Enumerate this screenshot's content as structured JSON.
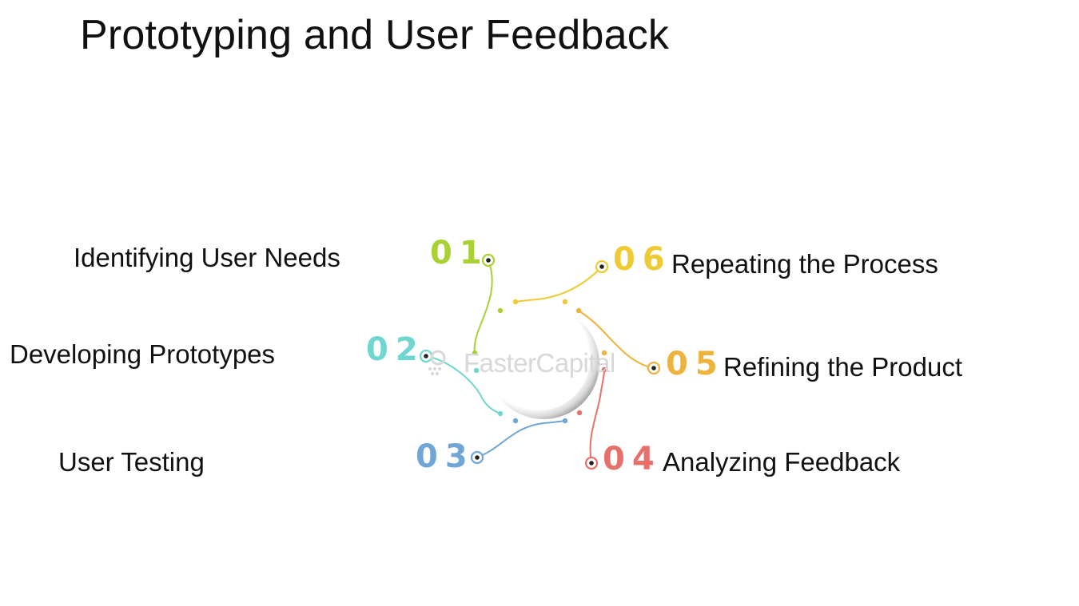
{
  "title": "Prototyping and User Feedback",
  "watermark": "FasterCapital",
  "colors": {
    "s01": "#a9d134",
    "s02": "#6fd6d0",
    "s03": "#6fa6d6",
    "s04": "#e8706a",
    "s05": "#efb23a",
    "s06": "#eecb35"
  },
  "steps": [
    {
      "number": "01",
      "label": "Identifying User Needs"
    },
    {
      "number": "02",
      "label": "Developing Prototypes"
    },
    {
      "number": "03",
      "label": "User Testing"
    },
    {
      "number": "04",
      "label": "Analyzing Feedback"
    },
    {
      "number": "05",
      "label": "Refining the Product"
    },
    {
      "number": "06",
      "label": "Repeating the Process"
    }
  ]
}
